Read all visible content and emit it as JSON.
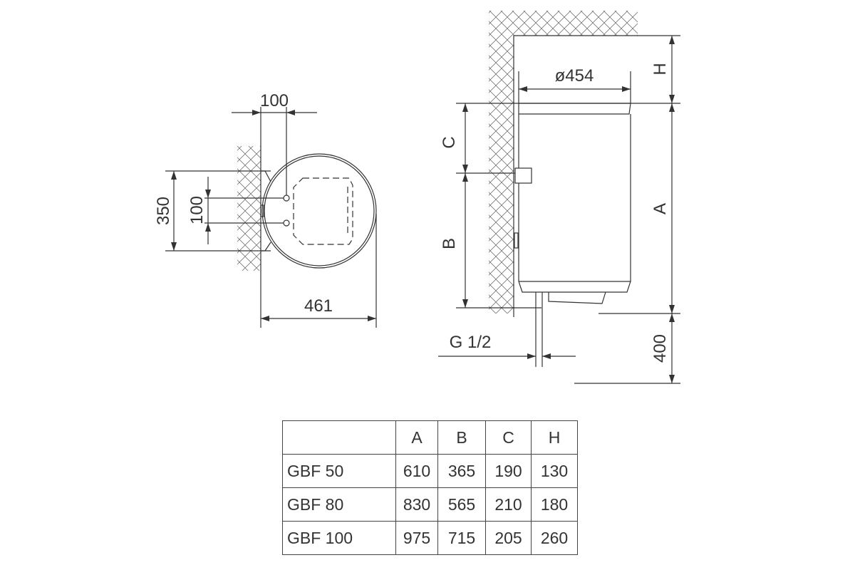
{
  "top_view": {
    "offset_label": "100",
    "height_label": "350",
    "spacing_label": "100",
    "width_label": "461"
  },
  "side_view": {
    "diameter_label": "ø454",
    "h_label": "H",
    "a_label": "A",
    "b_label": "B",
    "c_label": "C",
    "thread_label": "G 1/2",
    "floor_clearance_label": "400"
  },
  "table": {
    "headers": [
      "",
      "A",
      "B",
      "C",
      "H"
    ],
    "rows": [
      {
        "model": "GBF 50",
        "A": "610",
        "B": "365",
        "C": "190",
        "H": "130"
      },
      {
        "model": "GBF 80",
        "A": "830",
        "B": "565",
        "C": "210",
        "H": "180"
      },
      {
        "model": "GBF 100",
        "A": "975",
        "B": "715",
        "C": "205",
        "H": "260"
      }
    ]
  },
  "colors": {
    "line": "#333333",
    "hatch": "#666666"
  }
}
